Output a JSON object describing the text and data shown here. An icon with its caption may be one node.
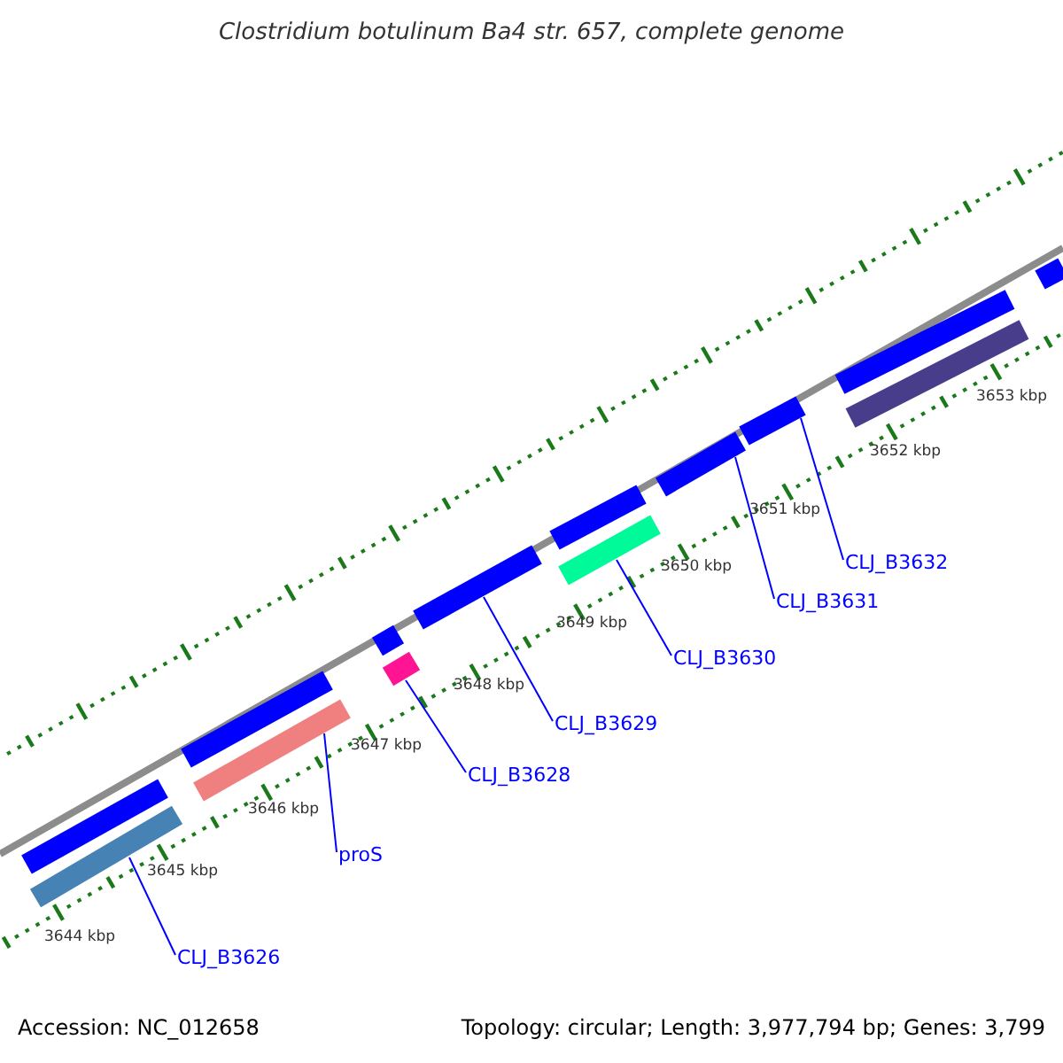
{
  "diagram": {
    "title": "Clostridium botulinum Ba4 str. 657, complete genome",
    "nodes": [
      {
        "text": [
          "CLJ_B3626"
        ]
      },
      {
        "text": [],
        "shape": "bar"
      },
      {
        "text": [
          "proS"
        ]
      },
      {
        "text": [],
        "shape": "bar"
      },
      {
        "text": [
          "CLJ_B3628"
        ]
      },
      {
        "text": [],
        "shape": "bar"
      },
      {
        "text": [
          "CLJ_B3629"
        ]
      },
      {
        "text": [],
        "shape": "bar"
      },
      {
        "text": [
          "CLJ_B3630"
        ]
      },
      {
        "text": [],
        "shape": "bar"
      },
      {
        "text": [
          "CLJ_B3631"
        ]
      },
      {
        "text": [],
        "shape": "bar"
      },
      {
        "text": [
          "CLJ_B3632"
        ]
      },
      {
        "text": [],
        "shape": "bar"
      }
    ],
    "edges": [
      {
        "from": 0,
        "to": 1,
        "arrow": "none"
      },
      {
        "from": 2,
        "to": 3,
        "arrow": "none"
      },
      {
        "from": 4,
        "to": 5,
        "arrow": "none"
      },
      {
        "from": 6,
        "to": 7,
        "arrow": "none"
      },
      {
        "from": 8,
        "to": 9,
        "arrow": "none"
      },
      {
        "from": 10,
        "to": 11,
        "arrow": "none"
      },
      {
        "from": 12,
        "to": 13,
        "arrow": "none"
      }
    ],
    "labels": [
      "3644 kbp",
      "3645 kbp",
      "3646 kbp",
      "3647 kbp",
      "3648 kbp",
      "3649 kbp",
      "3650 kbp",
      "3651 kbp",
      "3652 kbp",
      "3653 kbp",
      "Accession: NC_012658",
      "Topology: circular; Length: 3,977,794 bp; Genes: 3,799"
    ]
  }
}
